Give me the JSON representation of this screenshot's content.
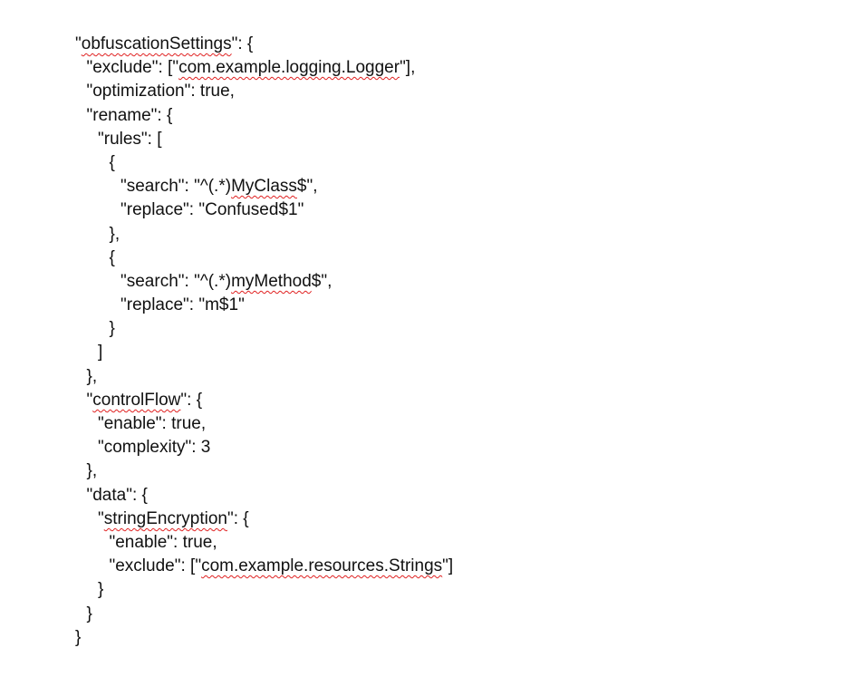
{
  "document": {
    "lines": [
      {
        "indent": 0,
        "segments": [
          {
            "text": "\"",
            "spell_error": false
          },
          {
            "text": "obfuscationSettings",
            "spell_error": true
          },
          {
            "text": "\": {",
            "spell_error": false
          }
        ]
      },
      {
        "indent": 1,
        "segments": [
          {
            "text": "\"exclude\": [\"",
            "spell_error": false
          },
          {
            "text": "com.example.logging.Logger",
            "spell_error": true
          },
          {
            "text": "\"],",
            "spell_error": false
          }
        ]
      },
      {
        "indent": 1,
        "segments": [
          {
            "text": "\"optimization\": true,",
            "spell_error": false
          }
        ]
      },
      {
        "indent": 1,
        "segments": [
          {
            "text": "\"rename\": {",
            "spell_error": false
          }
        ]
      },
      {
        "indent": 2,
        "segments": [
          {
            "text": "\"rules\": [",
            "spell_error": false
          }
        ]
      },
      {
        "indent": 3,
        "segments": [
          {
            "text": "{",
            "spell_error": false
          }
        ]
      },
      {
        "indent": 4,
        "segments": [
          {
            "text": "\"search\": \"^(.*)",
            "spell_error": false
          },
          {
            "text": "MyClass",
            "spell_error": true
          },
          {
            "text": "$\",",
            "spell_error": false
          }
        ]
      },
      {
        "indent": 4,
        "segments": [
          {
            "text": "\"replace\": \"Confused$1\"",
            "spell_error": false
          }
        ]
      },
      {
        "indent": 3,
        "segments": [
          {
            "text": "},",
            "spell_error": false
          }
        ]
      },
      {
        "indent": 3,
        "segments": [
          {
            "text": "{",
            "spell_error": false
          }
        ]
      },
      {
        "indent": 4,
        "segments": [
          {
            "text": "\"search\": \"^(.*)",
            "spell_error": false
          },
          {
            "text": "myMethod",
            "spell_error": true
          },
          {
            "text": "$\",",
            "spell_error": false
          }
        ]
      },
      {
        "indent": 4,
        "segments": [
          {
            "text": "\"replace\": \"m$1\"",
            "spell_error": false
          }
        ]
      },
      {
        "indent": 3,
        "segments": [
          {
            "text": "}",
            "spell_error": false
          }
        ]
      },
      {
        "indent": 2,
        "segments": [
          {
            "text": "]",
            "spell_error": false
          }
        ]
      },
      {
        "indent": 1,
        "segments": [
          {
            "text": "},",
            "spell_error": false
          }
        ]
      },
      {
        "indent": 1,
        "segments": [
          {
            "text": "\"",
            "spell_error": false
          },
          {
            "text": "controlFlow",
            "spell_error": true
          },
          {
            "text": "\": {",
            "spell_error": false
          }
        ]
      },
      {
        "indent": 2,
        "segments": [
          {
            "text": "\"enable\": true,",
            "spell_error": false
          }
        ]
      },
      {
        "indent": 2,
        "segments": [
          {
            "text": "\"complexity\": 3",
            "spell_error": false
          }
        ]
      },
      {
        "indent": 1,
        "segments": [
          {
            "text": "},",
            "spell_error": false
          }
        ]
      },
      {
        "indent": 1,
        "segments": [
          {
            "text": "\"data\": {",
            "spell_error": false
          }
        ]
      },
      {
        "indent": 2,
        "segments": [
          {
            "text": "\"",
            "spell_error": false
          },
          {
            "text": "stringEncryption",
            "spell_error": true
          },
          {
            "text": "\": {",
            "spell_error": false
          }
        ]
      },
      {
        "indent": 3,
        "segments": [
          {
            "text": "\"enable\": true,",
            "spell_error": false
          }
        ]
      },
      {
        "indent": 3,
        "segments": [
          {
            "text": "\"exclude\": [\"",
            "spell_error": false
          },
          {
            "text": "com.example.resources.Strings",
            "spell_error": true
          },
          {
            "text": "\"]",
            "spell_error": false
          }
        ]
      },
      {
        "indent": 2,
        "segments": [
          {
            "text": "}",
            "spell_error": false
          }
        ]
      },
      {
        "indent": 1,
        "segments": [
          {
            "text": "}",
            "spell_error": false
          }
        ]
      },
      {
        "indent": 0,
        "segments": [
          {
            "text": "}",
            "spell_error": false
          }
        ]
      }
    ]
  },
  "colors": {
    "text": "#111111",
    "spell_error_underline": "#e02020",
    "background": "#ffffff"
  }
}
